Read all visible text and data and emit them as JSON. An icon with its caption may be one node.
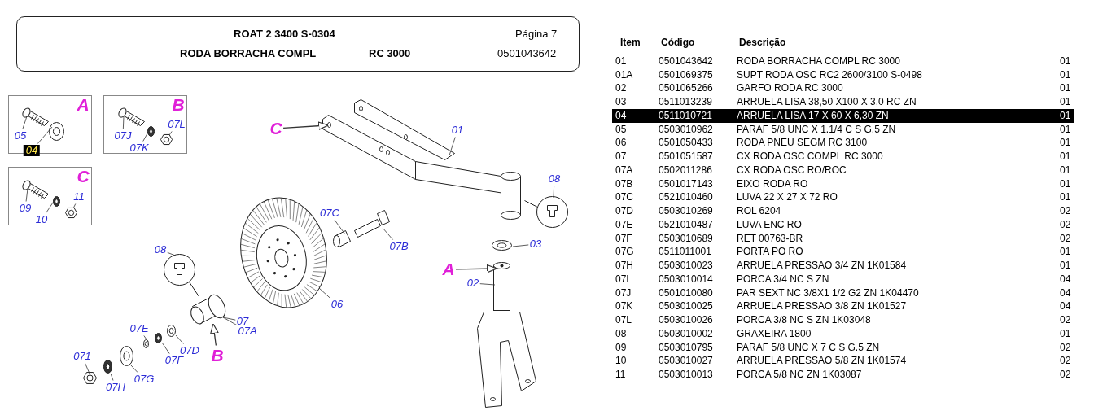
{
  "diagram": {
    "title": "ROAT 2 3400 S-0304",
    "nodes": [
      {
        "text": [
          "A"
        ]
      },
      {
        "text": [
          "05"
        ],
        "in": 0
      },
      {
        "text": [
          "04"
        ],
        "in": 0
      },
      {
        "text": [
          "B"
        ]
      },
      {
        "text": [
          "07J"
        ],
        "in": 3
      },
      {
        "text": [
          "07K"
        ],
        "in": 3
      },
      {
        "text": [
          "07L"
        ],
        "in": 3
      },
      {
        "text": [
          "C"
        ]
      },
      {
        "text": [
          "09"
        ],
        "in": 7
      },
      {
        "text": [
          "10"
        ],
        "in": 7
      },
      {
        "text": [
          "11"
        ],
        "in": 7
      },
      {
        "text": [
          "C"
        ]
      },
      {
        "text": [
          "01"
        ]
      },
      {
        "text": [
          "08"
        ]
      },
      {
        "text": [
          "07C"
        ]
      },
      {
        "text": [
          "07B"
        ]
      },
      {
        "text": [
          "03"
        ]
      },
      {
        "text": [
          "A"
        ]
      },
      {
        "text": [
          "02"
        ]
      },
      {
        "text": [
          "08"
        ]
      },
      {
        "text": [
          "06"
        ]
      },
      {
        "text": [
          "07"
        ]
      },
      {
        "text": [
          "07A"
        ]
      },
      {
        "text": [
          "B"
        ]
      },
      {
        "text": [
          "07E"
        ]
      },
      {
        "text": [
          "07D"
        ]
      },
      {
        "text": [
          "07F"
        ]
      },
      {
        "text": [
          "071"
        ]
      },
      {
        "text": [
          "07G"
        ]
      },
      {
        "text": [
          "07H"
        ]
      },
      {
        "text": [],
        "shape": "picture",
        "in": 0
      },
      {
        "text": [],
        "shape": "picture",
        "in": 0
      },
      {
        "text": [],
        "shape": "picture",
        "in": 3
      },
      {
        "text": [],
        "shape": "picture",
        "in": 3
      },
      {
        "text": [],
        "shape": "picture",
        "in": 3
      },
      {
        "text": [],
        "shape": "picture",
        "in": 7
      },
      {
        "text": [],
        "shape": "picture",
        "in": 7
      },
      {
        "text": [],
        "shape": "picture",
        "in": 7
      },
      {
        "text": [],
        "shape": "picture"
      },
      {
        "text": [],
        "shape": "picture"
      },
      {
        "text": [],
        "shape": "picture"
      },
      {
        "text": [],
        "shape": "picture"
      },
      {
        "text": [],
        "shape": "picture"
      },
      {
        "text": [],
        "shape": "picture"
      },
      {
        "text": [],
        "shape": "picture"
      },
      {
        "text": [],
        "shape": "picture"
      },
      {
        "text": [],
        "shape": "picture"
      },
      {
        "text": [],
        "shape": "picture"
      },
      {
        "text": [],
        "shape": "picture"
      },
      {
        "text": [],
        "shape": "picture"
      },
      {
        "text": [],
        "shape": "picture"
      },
      {
        "text": [],
        "shape": "picture"
      },
      {
        "text": [],
        "shape": "picture"
      }
    ],
    "edges": [
      {
        "from": 1,
        "to": 30,
        "arrow": "none"
      },
      {
        "from": 2,
        "to": 31,
        "arrow": "none"
      },
      {
        "from": 4,
        "to": 32,
        "arrow": "none"
      },
      {
        "from": 5,
        "to": 33,
        "arrow": "none"
      },
      {
        "from": 6,
        "to": 34,
        "arrow": "none"
      },
      {
        "from": 8,
        "to": 35,
        "arrow": "none"
      },
      {
        "from": 9,
        "to": 36,
        "arrow": "none"
      },
      {
        "from": 10,
        "to": 37,
        "arrow": "none"
      },
      {
        "from": 11,
        "to": 38,
        "arrow": "to"
      },
      {
        "from": 12,
        "to": 38,
        "arrow": "none"
      },
      {
        "from": 13,
        "to": 39,
        "arrow": "none"
      },
      {
        "from": 14,
        "to": 40,
        "arrow": "none"
      },
      {
        "from": 15,
        "to": 41,
        "arrow": "none"
      },
      {
        "from": 16,
        "to": 42,
        "arrow": "none"
      },
      {
        "from": 17,
        "to": 43,
        "arrow": "to"
      },
      {
        "from": 18,
        "to": 43,
        "arrow": "none"
      },
      {
        "from": 19,
        "to": 44,
        "arrow": "none"
      },
      {
        "from": 20,
        "to": 45,
        "arrow": "none"
      },
      {
        "from": 21,
        "to": 46,
        "arrow": "none"
      },
      {
        "from": 22,
        "to": 46,
        "arrow": "none"
      },
      {
        "from": 23,
        "to": 46,
        "arrow": "to"
      },
      {
        "from": 24,
        "to": 47,
        "arrow": "none"
      },
      {
        "from": 25,
        "to": 48,
        "arrow": "none"
      },
      {
        "from": 26,
        "to": 49,
        "arrow": "none"
      },
      {
        "from": 27,
        "to": 50,
        "arrow": "none"
      },
      {
        "from": 28,
        "to": 51,
        "arrow": "none"
      },
      {
        "from": 29,
        "to": 52,
        "arrow": "none"
      }
    ],
    "labels": [
      "RODA BORRACHA COMPL",
      "RC 3000",
      "Página 7",
      "0501043642",
      "Item",
      "Código",
      "Descrição",
      "01",
      "0501043642",
      "RODA BORRACHA COMPL RC 3000",
      "01",
      "01A",
      "0501069375",
      "SUPT RODA OSC RC2 2600/3100 S-0498",
      "01",
      "02",
      "0501065266",
      "GARFO RODA RC 3000",
      "01",
      "03",
      "0511013239",
      "ARRUELA LISA 38,50 X100 X 3,0 RC ZN",
      "01",
      "04",
      "0511010721",
      "ARRUELA LISA 17 X 60 X 6,30 ZN",
      "01",
      "05",
      "0503010962",
      "PARAF 5/8 UNC X 1.1/4 C S G.5 ZN",
      "01",
      "06",
      "0501050433",
      "RODA PNEU SEGM RC 3100",
      "01",
      "07",
      "0501051587",
      "CX RODA OSC COMPL RC 3000",
      "01",
      "07A",
      "0502011286",
      "CX RODA OSC RO/ROC",
      "01",
      "07B",
      "0501017143",
      "EIXO RODA RO",
      "01",
      "07C",
      "0521010460",
      "LUVA 22 X 27 X 72 RO",
      "01",
      "07D",
      "0503010269",
      "ROL 6204",
      "02",
      "07E",
      "0521010487",
      "LUVA ENC RO",
      "02",
      "07F",
      "0503010689",
      "RET 00763-BR",
      "02",
      "07G",
      "0511011001",
      "PORTA PO RO",
      "01",
      "07H",
      "0503010023",
      "ARRUELA PRESSAO 3/4 ZN 1K01584",
      "01",
      "07I",
      "0503010014",
      "PORCA 3/4 NC S ZN",
      "04",
      "07J",
      "0501010080",
      "PAR SEXT NC 3/8X1 1/2 G2 ZN 1K04470",
      "04",
      "07K",
      "0503010025",
      "ARRUELA PRESSAO 3/8 ZN 1K01527",
      "04",
      "07L",
      "0503010026",
      "PORCA 3/8 NC S ZN 1K03048",
      "02",
      "08",
      "0503010002",
      "GRAXEIRA 1800",
      "01",
      "09",
      "0503010795",
      "PARAF 5/8 UNC X 7 C S G.5 ZN",
      "02",
      "10",
      "0503010027",
      "ARRUELA PRESSAO 5/8 ZN 1K01574",
      "02",
      "11",
      "0503010013",
      "PORCA 5/8 NC ZN 1K03087",
      "02"
    ]
  }
}
